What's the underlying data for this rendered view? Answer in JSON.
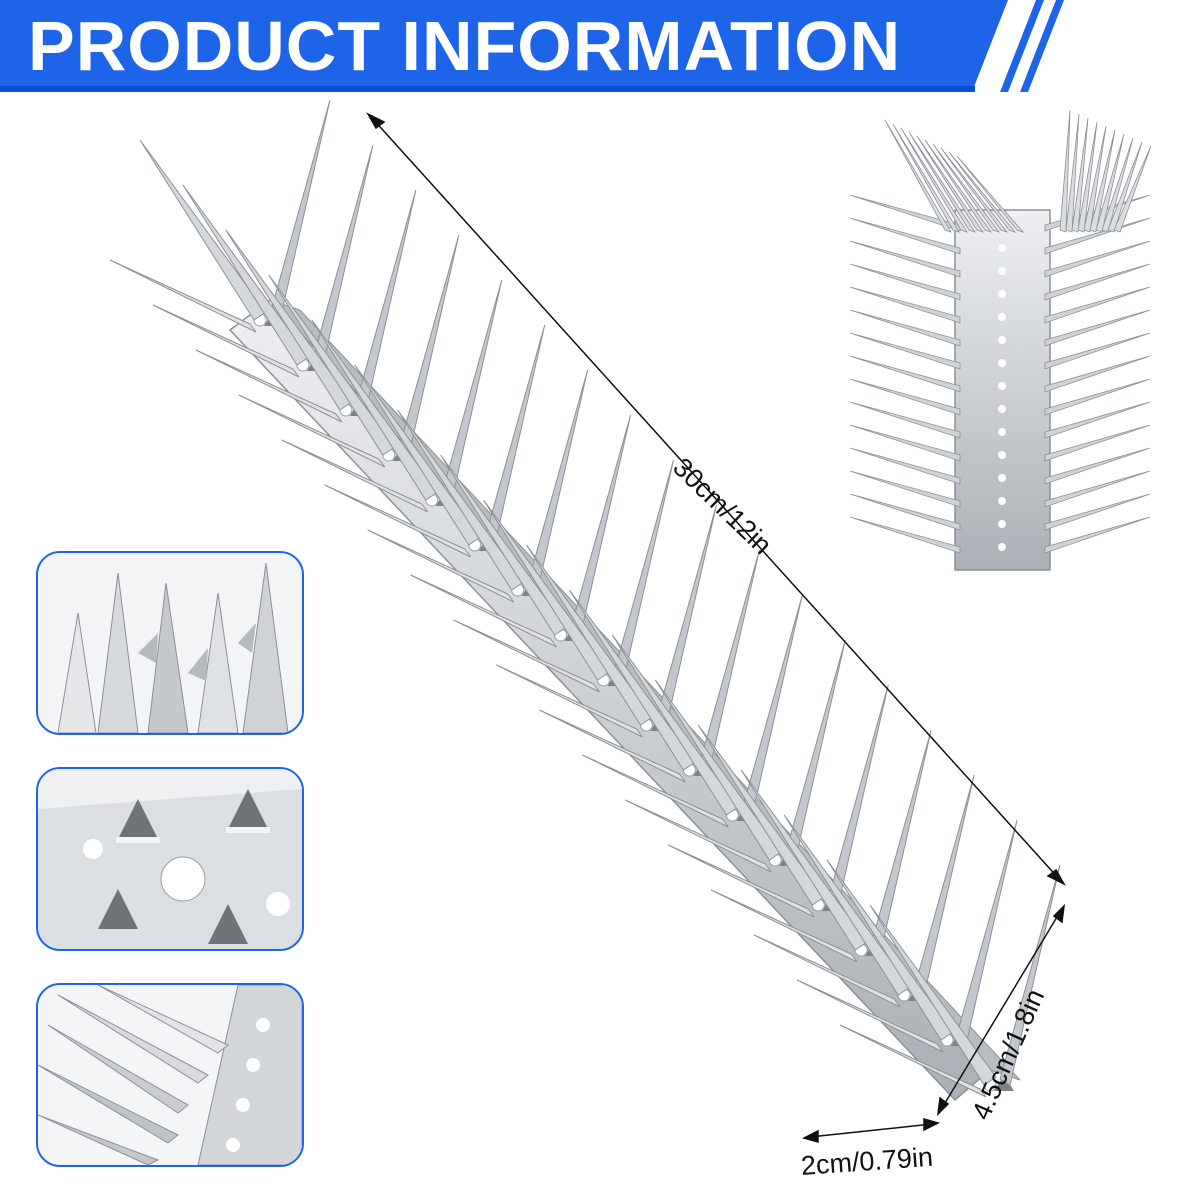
{
  "banner": {
    "title": "PRODUCT INFORMATION",
    "color": "#1e64e8",
    "accent_color": "#0b4fd6"
  },
  "dimensions": {
    "length": "30cm/12in",
    "height": "4.5cm/1.8in",
    "width": "2cm/0.79in"
  },
  "images": {
    "main": "bird-spike-strip",
    "small": "bird-spike-strip-front-view",
    "details": [
      "spike-tips-closeup",
      "base-holes-closeup",
      "spike-row-closeup"
    ]
  },
  "colors": {
    "metal_light": "#e6e8ea",
    "metal_dark": "#8c9196",
    "frame": "#1e64e8"
  }
}
